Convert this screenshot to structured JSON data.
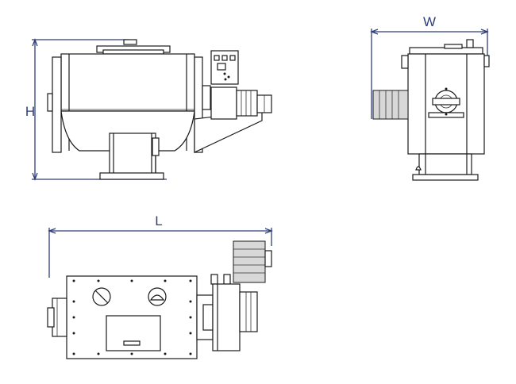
{
  "dimension_labels": {
    "height": "H",
    "width": "W",
    "length": "L"
  },
  "colors": {
    "dimension": "#2f3f7a",
    "outline": "#1a1a1a",
    "motor": "#d8d8d8"
  }
}
